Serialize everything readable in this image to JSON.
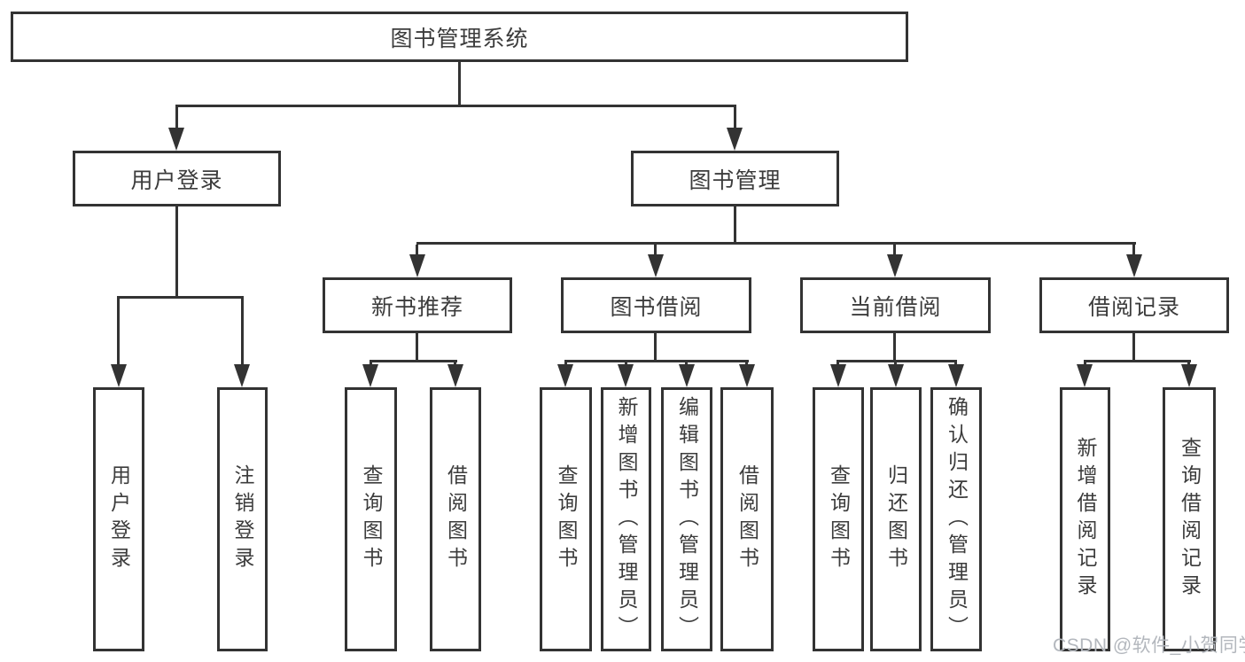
{
  "diagram": {
    "root": {
      "label": "图书管理系统"
    },
    "branches": [
      {
        "label": "用户登录",
        "children": [
          {
            "label": "用户登录"
          },
          {
            "label": "注销登录"
          }
        ]
      },
      {
        "label": "图书管理",
        "children": [
          {
            "label": "新书推荐",
            "children": [
              {
                "label": "查询图书"
              },
              {
                "label": "借阅图书"
              }
            ]
          },
          {
            "label": "图书借阅",
            "children": [
              {
                "label": "查询图书"
              },
              {
                "label": "新增图书（管理员）"
              },
              {
                "label": "编辑图书（管理员）"
              },
              {
                "label": "借阅图书"
              }
            ]
          },
          {
            "label": "当前借阅",
            "children": [
              {
                "label": "查询图书"
              },
              {
                "label": "归还图书"
              },
              {
                "label": "确认归还（管理员）"
              }
            ]
          },
          {
            "label": "借阅记录",
            "children": [
              {
                "label": "新增借阅记录"
              },
              {
                "label": "查询借阅记录"
              }
            ]
          }
        ]
      }
    ]
  },
  "watermark": {
    "text": "CSDN @软件_小贺同学"
  },
  "colors": {
    "line": "#333333",
    "box_border": "#333333",
    "box_background": "#ffffff",
    "text": "#3c3c3c",
    "watermark": "#b3b7bd",
    "background": "#ffffff"
  }
}
